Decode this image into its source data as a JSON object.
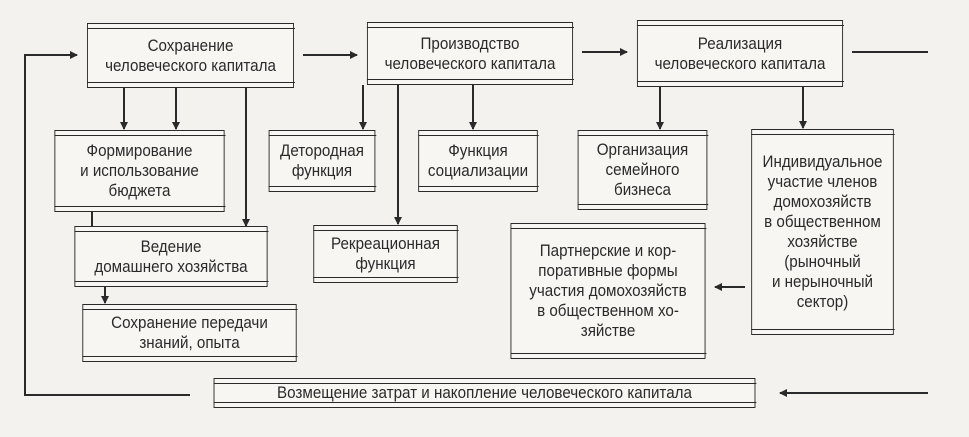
{
  "nodes": {
    "preservation": "Сохранение\nчеловеческого капитала",
    "production": "Производство\nчеловеческого капитала",
    "realization": "Реализация\nчеловеческого капитала",
    "budget": "Формирование\nи использование\nбюджета",
    "childbearing": "Детородная\nфункция",
    "socialization": "Функция\nсоциализации",
    "family_business": "Организация\nсемейного\nбизнеса",
    "individual_participation": "Индивидуальное\nучастие членов\nдомохозяйств\nв общественном\nхозяйстве\n(рыночный\nи нерыночный\nсектор)",
    "housekeeping": "Ведение\nдомашнего хозяйства",
    "recreation": "Рекреационная\nфункция",
    "partnership": "Партнерские и кор-\nпоративные формы\nучастия домохозяйств\nв общественном хо-\nзяйстве",
    "knowledge_transfer": "Сохранение передачи\nзнаний, опыта",
    "compensation": "Возмещение затрат и накопление человеческого капитала"
  }
}
